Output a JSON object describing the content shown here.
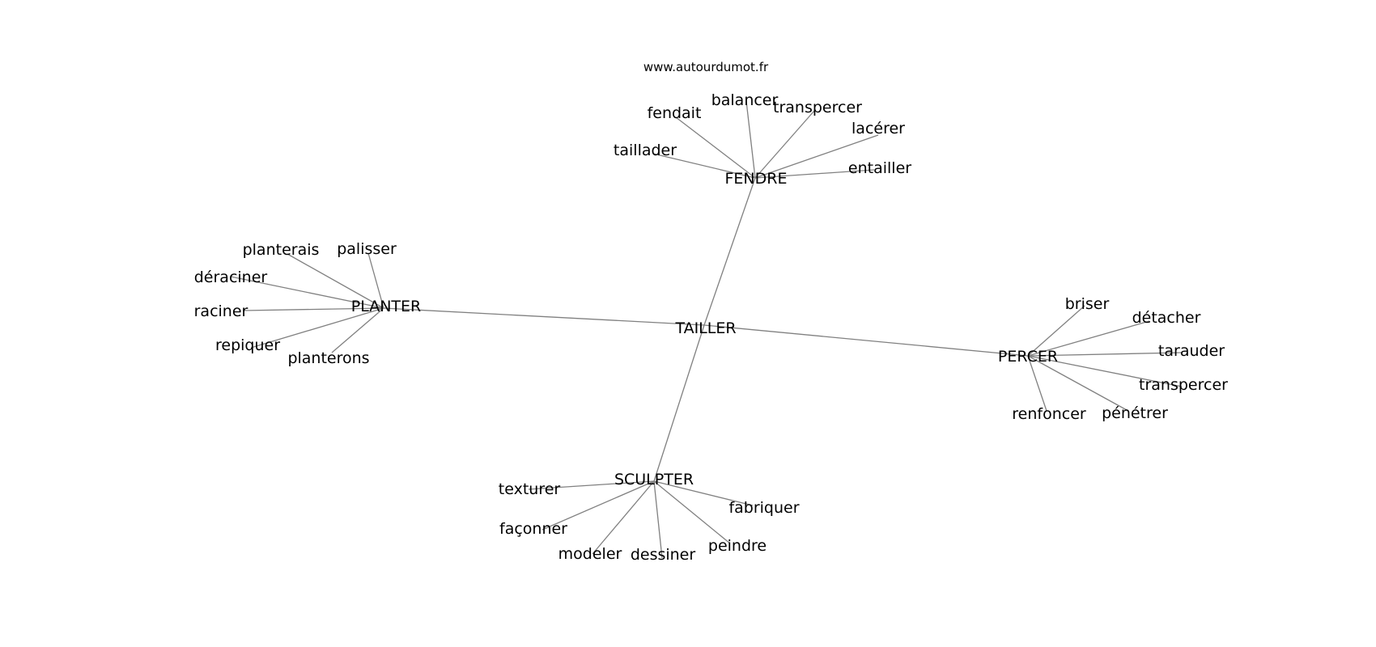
{
  "source_label": "www.autourdumot.fr",
  "graph": {
    "center": "TAILLER",
    "clusters": [
      {
        "hub": "FENDRE",
        "words": [
          "taillader",
          "fendait",
          "balancer",
          "transpercer",
          "lacérer",
          "entailler"
        ]
      },
      {
        "hub": "PLANTER",
        "words": [
          "planterais",
          "palisser",
          "déraciner",
          "raciner",
          "repiquer",
          "planterons"
        ]
      },
      {
        "hub": "PERCER",
        "words": [
          "briser",
          "détacher",
          "tarauder",
          "transpercer",
          "pénétrer",
          "renfoncer"
        ]
      },
      {
        "hub": "SCULPTER",
        "words": [
          "texturer",
          "façonner",
          "modeler",
          "dessiner",
          "peindre",
          "fabriquer"
        ]
      }
    ]
  }
}
